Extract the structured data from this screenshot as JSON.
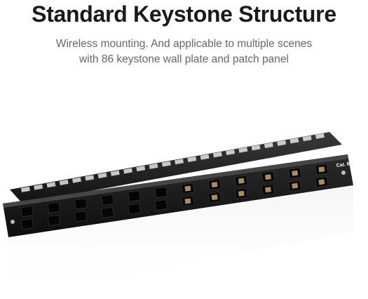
{
  "headline": "Standard Keystone Structure",
  "subtitle": {
    "line1": "Wireless mounting. And applicable to multiple scenes",
    "line2": "with 86 keystone wall plate and patch panel"
  },
  "panel": {
    "label": "Cat. 6",
    "port_count": 24,
    "colors": {
      "body": "#1c1c1c",
      "port_insert": "#c9a66b",
      "background": "#ffffff"
    }
  }
}
